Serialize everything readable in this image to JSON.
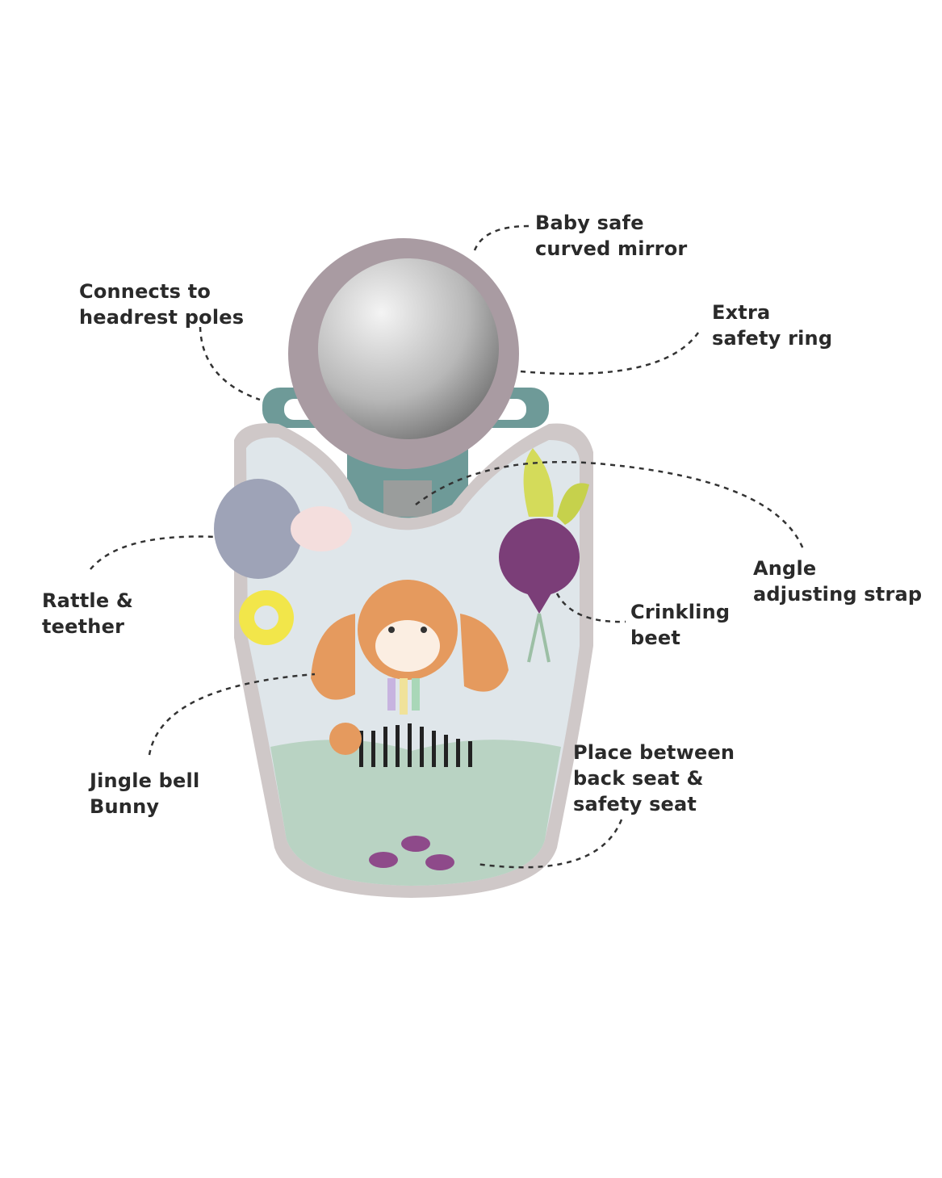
{
  "callouts": {
    "mirror": [
      "Baby safe",
      "curved mirror"
    ],
    "headrest": [
      "Connects to",
      "headrest poles"
    ],
    "ring": [
      "Extra",
      "safety ring"
    ],
    "strap": [
      "Angle",
      "adjusting strap"
    ],
    "rattle": [
      "Rattle &",
      "teether"
    ],
    "beet": [
      "Crinkling",
      "beet"
    ],
    "bunny": [
      "Jingle bell",
      "Bunny"
    ],
    "place": [
      "Place between",
      "back seat &",
      "safety seat"
    ]
  },
  "colors": {
    "ring": "#a99ba2",
    "mount": "#6e9a98",
    "pad": "#dfe6ea",
    "border": "#cfc8c8",
    "green": "#b9d3c3",
    "beet": "#7b3e78",
    "bunny": "#e59a5e",
    "teether": "#f2e64a",
    "hedgehog": "#9ea3b7"
  }
}
